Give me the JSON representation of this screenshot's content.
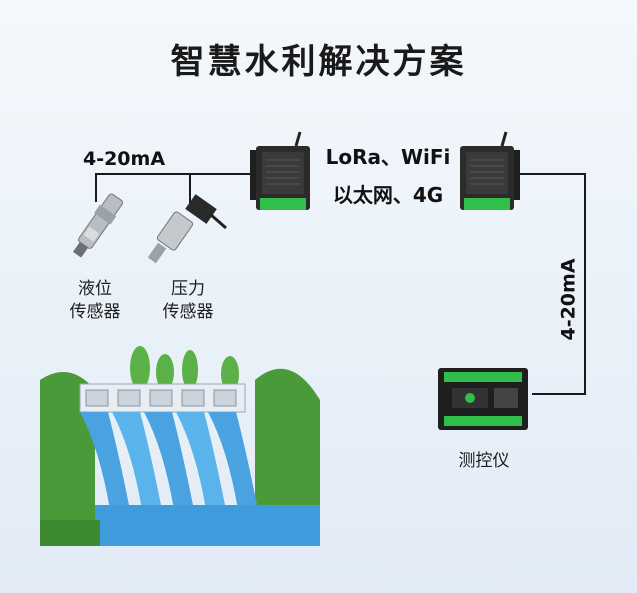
{
  "title": "智慧水利解决方案",
  "labels": {
    "left_signal": "4-20mA",
    "protocols_line1": "LoRa、WiFi",
    "protocols_line2": "以太网、4G",
    "right_signal": "4-20mA"
  },
  "devices": {
    "level_sensor": {
      "line1": "液位",
      "line2": "传感器"
    },
    "pressure_sensor": {
      "line1": "压力",
      "line2": "传感器"
    },
    "controller": "测控仪"
  },
  "colors": {
    "wire": "#1a1a1a",
    "gateway_body": "#2b2b2b",
    "terminal_green": "#2fbf4a",
    "water": "#4aa3e0",
    "hill": "#4b9a3a"
  }
}
